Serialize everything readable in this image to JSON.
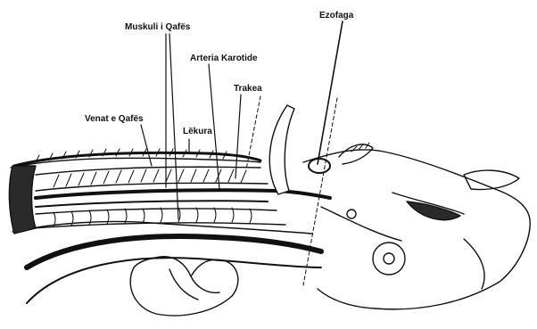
{
  "labels": {
    "muskuli": "Muskuli i Qafës",
    "ezofaga": "Ezofaga",
    "arteria": "Arteria Karotide",
    "trakea": "Trakea",
    "venat": "Venat e Qafës",
    "lekura": "Lëkura"
  },
  "colors": {
    "ink": "#111111",
    "background": "#ffffff",
    "skin_shade": "#2a2a2a"
  }
}
